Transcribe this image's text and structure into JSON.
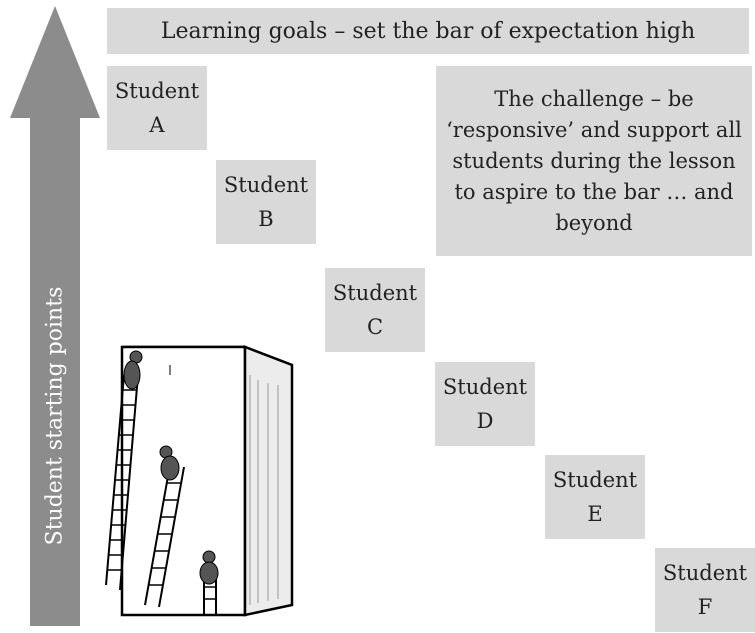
{
  "banner": "Learning goals – set the bar of expectation high",
  "challenge": "The challenge – be ‘responsive’ and support all students during the lesson to aspire to the bar … and beyond",
  "arrow_label": "Student starting points",
  "student_word": "Student",
  "students": [
    "A",
    "B",
    "C",
    "D",
    "E",
    "F"
  ],
  "colors": {
    "box_fill": "#d9d9d9",
    "arrow_fill": "#8c8c8c",
    "text": "#222222"
  },
  "icons": [
    "upward-arrow-icon",
    "wall-climbing-illustration"
  ]
}
